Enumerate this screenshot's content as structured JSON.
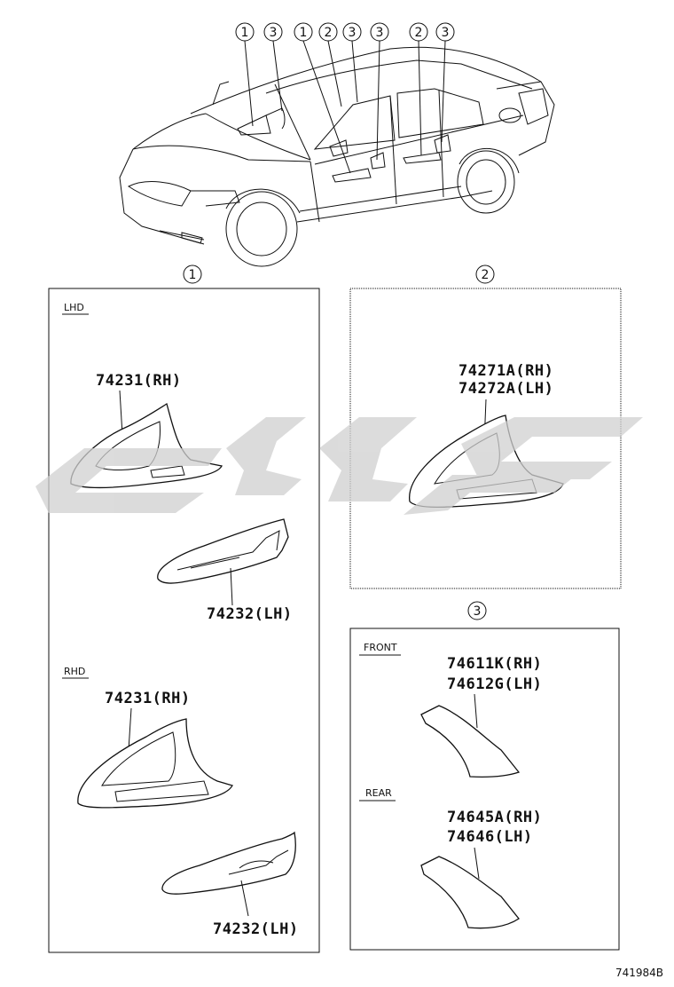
{
  "callouts": {
    "top": [
      "1",
      "3",
      "1",
      "2",
      "3",
      "3",
      "2",
      "3"
    ],
    "box1": "1",
    "box2": "2",
    "box3": "3"
  },
  "box1": {
    "lhd_label": "LHD",
    "lhd_rh_part": "74231(RH)",
    "lhd_lh_part": "74232(LH)",
    "rhd_label": "RHD",
    "rhd_rh_part": "74231(RH)",
    "rhd_lh_part": "74232(LH)"
  },
  "box2": {
    "part_rh": "74271A(RH)",
    "part_lh": "74272A(LH)"
  },
  "box3": {
    "front_label": "FRONT",
    "front_part_rh": "74611K(RH)",
    "front_part_lh": "74612G(LH)",
    "rear_label": "REAR",
    "rear_part_rh": "74645A(RH)",
    "rear_part_lh": "74646(LH)"
  },
  "diagram_code": "741984B",
  "colors": {
    "line": "#111111",
    "watermark": "#d4d4d4"
  }
}
